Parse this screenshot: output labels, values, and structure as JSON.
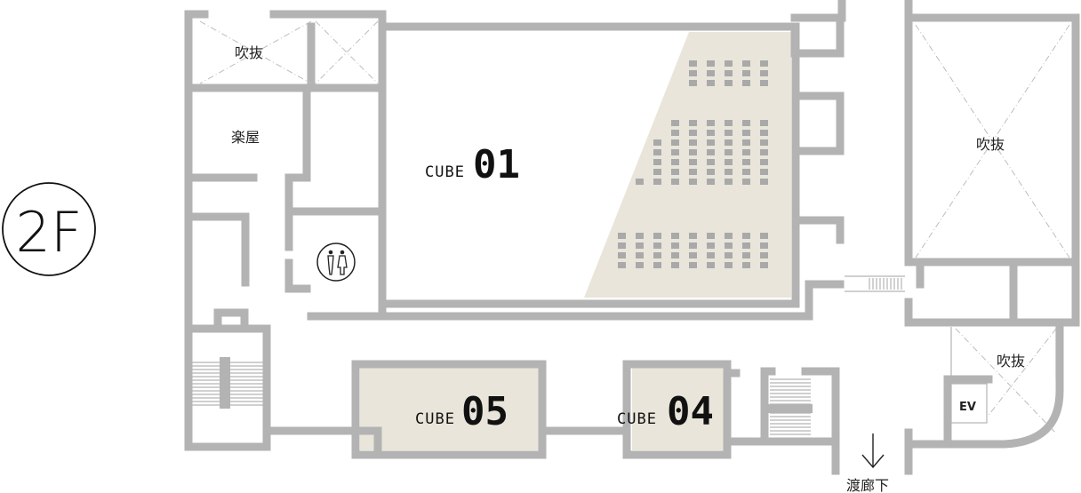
{
  "floor": {
    "label": "2F"
  },
  "rooms": {
    "void_top_left": "吹抜",
    "dressing_room": "楽屋",
    "void_right_large": "吹抜",
    "void_right_small": "吹抜",
    "elevator": "EV",
    "corridor": "渡廊下"
  },
  "cubes": {
    "cube01": {
      "prefix": "CUBE",
      "number": "01"
    },
    "cube05": {
      "prefix": "CUBE",
      "number": "05"
    },
    "cube04": {
      "prefix": "CUBE",
      "number": "04"
    }
  },
  "icons": {
    "restroom": "restroom-icon",
    "arrow": "arrow-down-icon"
  },
  "colors": {
    "wall": "#b3b3b3",
    "seating_fill": "#e9e5da",
    "room_fill": "#e9e5da",
    "seat": "#a9a9a9"
  }
}
